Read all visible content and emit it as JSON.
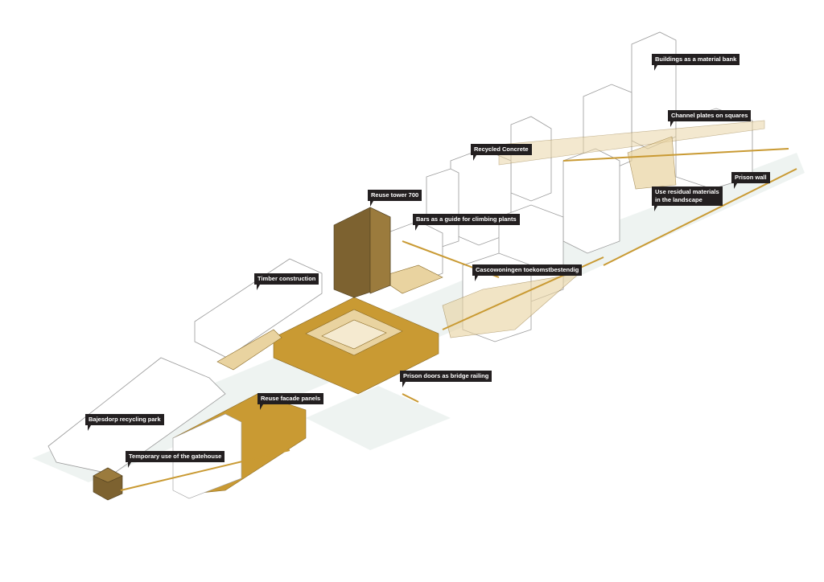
{
  "colors": {
    "gold": "#c99a33",
    "gold_light": "#e9d3a0",
    "dark_gold": "#7d6230",
    "ground": "#eef3f1",
    "label_bg": "#231f20"
  },
  "labels": {
    "material_bank": "Buildings as a material bank",
    "channel_plates": "Channel plates on squares",
    "recycled_concrete": "Recycled Concrete",
    "prison_wall": "Prison wall",
    "residual_materials": "Use residual materials\nin the landscape",
    "reuse_tower": "Reuse tower 700",
    "bars_guide": "Bars as a guide for climbing plants",
    "cascowoningen": "Cascowoningen toekomstbestendig",
    "timber": "Timber construction",
    "prison_doors": "Prison doors as bridge railing",
    "facade_panels": "Reuse facade panels",
    "bajesdorp": "Bajesdorp recycling park",
    "gatehouse": "Temporary use of the gatehouse"
  }
}
